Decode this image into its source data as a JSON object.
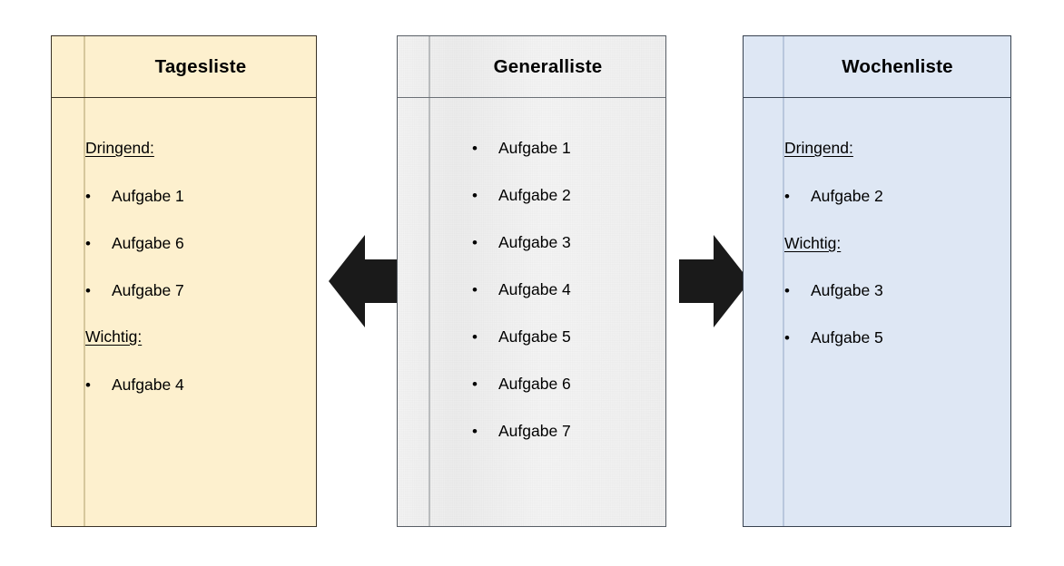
{
  "diagram": {
    "title_present": false,
    "colors": {
      "tagesliste_bg": "#FDF0CE",
      "tagesliste_border": "#3A3226",
      "tagesliste_rule": "#D6C79C",
      "generalliste_bg": "#F1F1F1",
      "generalliste_border": "#595F66",
      "generalliste_rule": "#B9BBBD",
      "wochenliste_bg": "#DEE7F4",
      "wochenliste_border": "#384250",
      "wochenliste_rule": "#B9C7DD",
      "arrow_fill": "#1A1A1A",
      "text": "#000000",
      "page_bg": "#FFFFFF"
    },
    "bullet_glyph": "•"
  },
  "panels": {
    "tagesliste": {
      "title": "Tagesliste",
      "groups": [
        {
          "label": "Dringend:",
          "items": [
            "Aufgabe 1",
            "Aufgabe 6",
            "Aufgabe 7"
          ]
        },
        {
          "label": "Wichtig:",
          "items": [
            "Aufgabe 4"
          ]
        }
      ]
    },
    "generalliste": {
      "title": "Generalliste",
      "groups": [
        {
          "label": "",
          "items": [
            "Aufgabe 1",
            "Aufgabe 2",
            "Aufgabe 3",
            "Aufgabe 4",
            "Aufgabe 5",
            "Aufgabe 6",
            "Aufgabe 7"
          ]
        }
      ]
    },
    "wochenliste": {
      "title": "Wochenliste",
      "groups": [
        {
          "label": "Dringend:",
          "items": [
            "Aufgabe 2"
          ]
        },
        {
          "label": "Wichtig:",
          "items": [
            "Aufgabe 3",
            "Aufgabe 5"
          ]
        }
      ]
    }
  },
  "arrows": [
    {
      "name": "arrow-to-tagesliste",
      "direction": "left",
      "from": "Generalliste",
      "to": "Tagesliste"
    },
    {
      "name": "arrow-to-wochenliste",
      "direction": "right",
      "from": "Generalliste",
      "to": "Wochenliste"
    }
  ]
}
